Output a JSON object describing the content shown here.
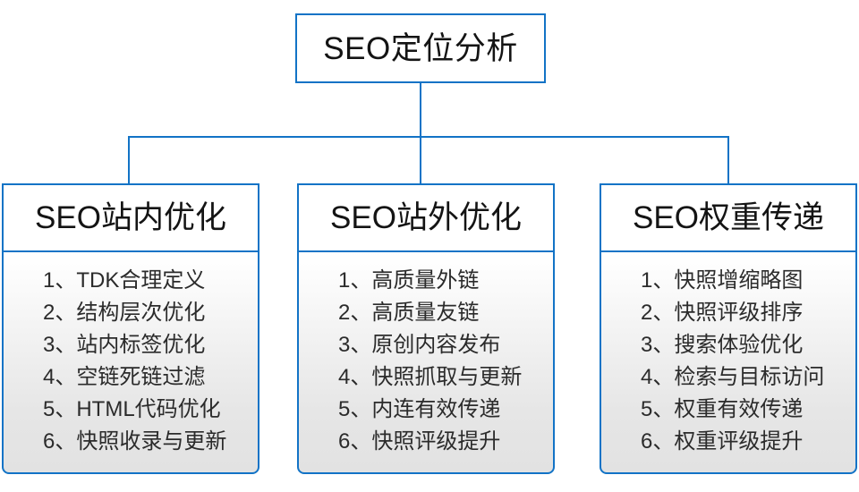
{
  "diagram": {
    "title_box": {
      "label": "SEO定位分析"
    },
    "accent_color": "#1273C6",
    "text_color": "#141414",
    "list_text_color": "#2b2b2b",
    "branches": [
      {
        "header": "SEO站内优化",
        "items": [
          "1、TDK合理定义",
          "2、结构层次优化",
          "3、站内标签优化",
          "4、空链死链过滤",
          "5、HTML代码优化",
          "6、快照收录与更新"
        ]
      },
      {
        "header": "SEO站外优化",
        "items": [
          "1、高质量外链",
          "2、高质量友链",
          "3、原创内容发布",
          "4、快照抓取与更新",
          "5、内连有效传递",
          "6、快照评级提升"
        ]
      },
      {
        "header": "SEO权重传递",
        "items": [
          "1、快照增缩略图",
          "2、快照评级排序",
          "3、搜索体验优化",
          "4、检索与目标访问",
          "5、权重有效传递",
          "6、权重评级提升"
        ]
      }
    ]
  }
}
